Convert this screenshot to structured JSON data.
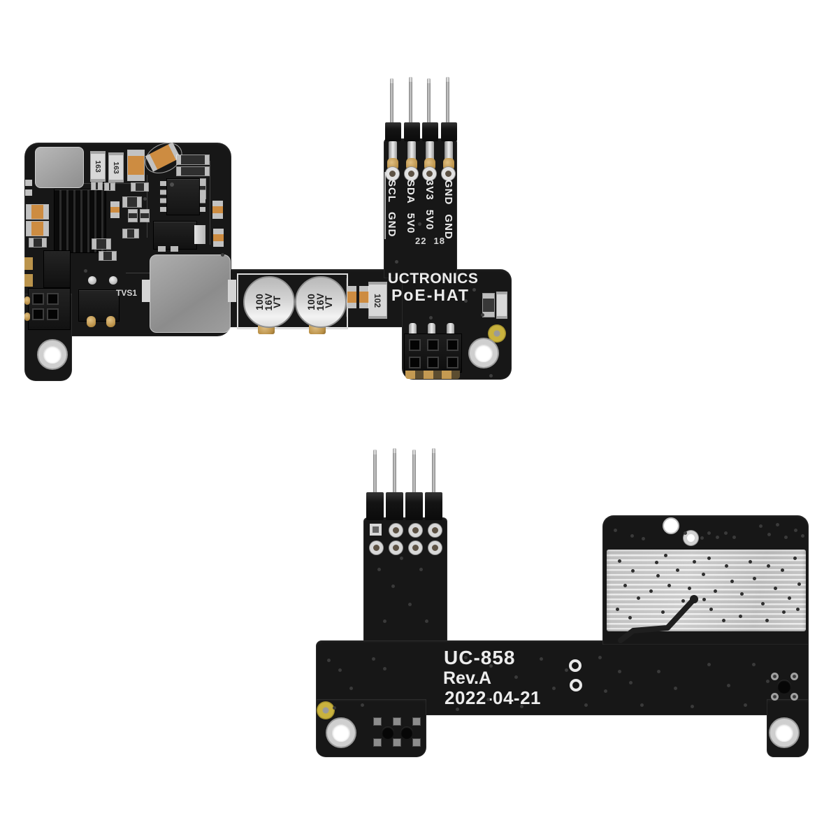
{
  "photo": {
    "subject": "UCTRONICS PoE-HAT circuit board, front view (top) and back view (bottom)"
  },
  "colors": {
    "pcb_black": "#171717",
    "silkscreen_white": "#ececec",
    "gold_pad": "#b98f45",
    "silver": "#cfcfcf",
    "component_orange": "#cd8c41",
    "fiducial_yellow": "#c9b23e",
    "tinned_silver": "#d6d6d6"
  },
  "front": {
    "brand": "UCTRONICS",
    "product": "PoE-HAT",
    "tvs_label": "TVS1",
    "date_code_left": "22",
    "date_code_right": "18",
    "pin_labels": [
      {
        "signal": "SCL",
        "alt": "GND"
      },
      {
        "signal": "SDA",
        "alt": "5V0"
      },
      {
        "signal": "3V3",
        "alt": "5V0"
      },
      {
        "signal": "GND",
        "alt": "GND"
      }
    ],
    "capacitors": [
      {
        "lines": [
          "100",
          "16V",
          "VT"
        ]
      },
      {
        "lines": [
          "100",
          "16V",
          "VT"
        ]
      }
    ],
    "resistors": {
      "r1": "163",
      "r2": "163",
      "r3": "102"
    }
  },
  "back": {
    "model": "UC-858",
    "revision": "Rev.A",
    "date": "2022-04-21"
  }
}
